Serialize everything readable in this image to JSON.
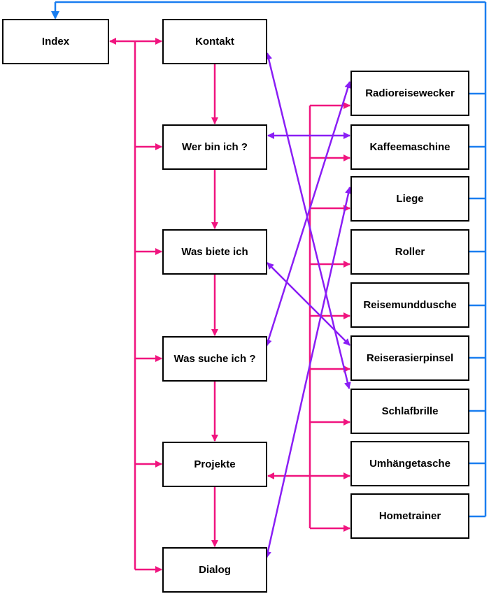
{
  "nodes": {
    "index": "Index",
    "kontakt": "Kontakt",
    "wer_bin_ich": "Wer bin ich ?",
    "was_biete_ich": "Was biete ich",
    "was_suche_ich": "Was suche ich ?",
    "projekte": "Projekte",
    "dialog": "Dialog",
    "radioreisewecker": "Radioreisewecker",
    "kaffeemaschine": "Kaffeemaschine",
    "liege": "Liege",
    "roller": "Roller",
    "reisemunddusche": "Reisemunddusche",
    "reiserasierpinsel": "Reiserasierpinsel",
    "schlafbrille": "Schlafbrille",
    "umhaengetasche": "Umhängetasche",
    "hometrainer": "Hometrainer"
  },
  "colors": {
    "pink": "#f0147f",
    "purple": "#8a1ef5",
    "blue": "#1a7ef0",
    "border": "#000000"
  }
}
